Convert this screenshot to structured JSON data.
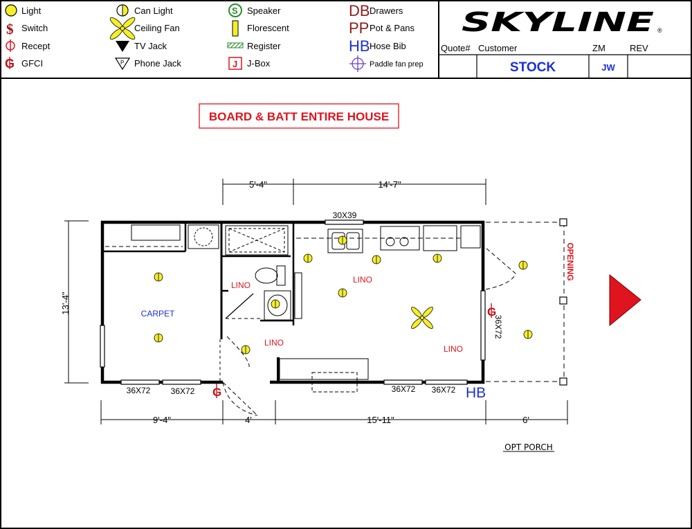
{
  "legend": [
    {
      "label": "Light",
      "icon": "light-icon"
    },
    {
      "label": "Switch",
      "icon": "switch-icon"
    },
    {
      "label": "Recept",
      "icon": "receptacle-icon"
    },
    {
      "label": "GFCI",
      "icon": "gfci-icon"
    },
    {
      "label": "Can Light",
      "icon": "can-light-icon"
    },
    {
      "label": "Ceiling Fan",
      "icon": "ceiling-fan-icon"
    },
    {
      "label": "TV Jack",
      "icon": "tv-jack-icon"
    },
    {
      "label": "Phone Jack",
      "icon": "phone-jack-icon"
    },
    {
      "label": "Speaker",
      "icon": "speaker-icon"
    },
    {
      "label": "Florescent",
      "icon": "florescent-icon"
    },
    {
      "label": "Register",
      "icon": "register-icon"
    },
    {
      "label": "J-Box",
      "icon": "j-box-icon"
    },
    {
      "label": "Drawers",
      "icon": "drawers-icon",
      "symbol": "DB"
    },
    {
      "label": "Pot & Pans",
      "icon": "pot-pans-icon",
      "symbol": "PP"
    },
    {
      "label": "Hose Bib",
      "icon": "hose-bib-icon",
      "symbol": "HB"
    },
    {
      "label": "Paddle fan prep",
      "icon": "paddle-fan-prep-icon"
    }
  ],
  "symbols": {
    "speaker": "S",
    "jbox": "J",
    "phone": "P"
  },
  "brand": {
    "logo": "SKYLINE",
    "reg": "®"
  },
  "header": {
    "quote_label": "Quote#",
    "customer_label": "Customer",
    "zm_label": "ZM",
    "rev_label": "REV",
    "customer_value": "STOCK",
    "zm_value": "JW"
  },
  "notes": {
    "banner": "BOARD & BATT ENTIRE HOUSE",
    "opt_porch": "OPT PORCH",
    "opening": "OPENING"
  },
  "dimensions": {
    "top_left": "5'-4\"",
    "top_right": "14'-7\"",
    "left_height": "13'-4\"",
    "bottom": [
      "9'-4\"",
      "4'",
      "15'-11\"",
      "6'"
    ]
  },
  "rooms": [
    "CARPET",
    "LINO",
    "LINO",
    "LINO",
    "LINO"
  ],
  "windows": [
    "30X39",
    "36X72",
    "36X72",
    "36X72",
    "36X72",
    "36X72"
  ],
  "fixtures": {
    "hose_bib": "HB"
  },
  "colors": {
    "red": "#e0141e",
    "blue": "#1a2fd6",
    "yellow": "#f5ee2a",
    "green": "#2a8a2a",
    "maroon": "#8a1c1c"
  }
}
